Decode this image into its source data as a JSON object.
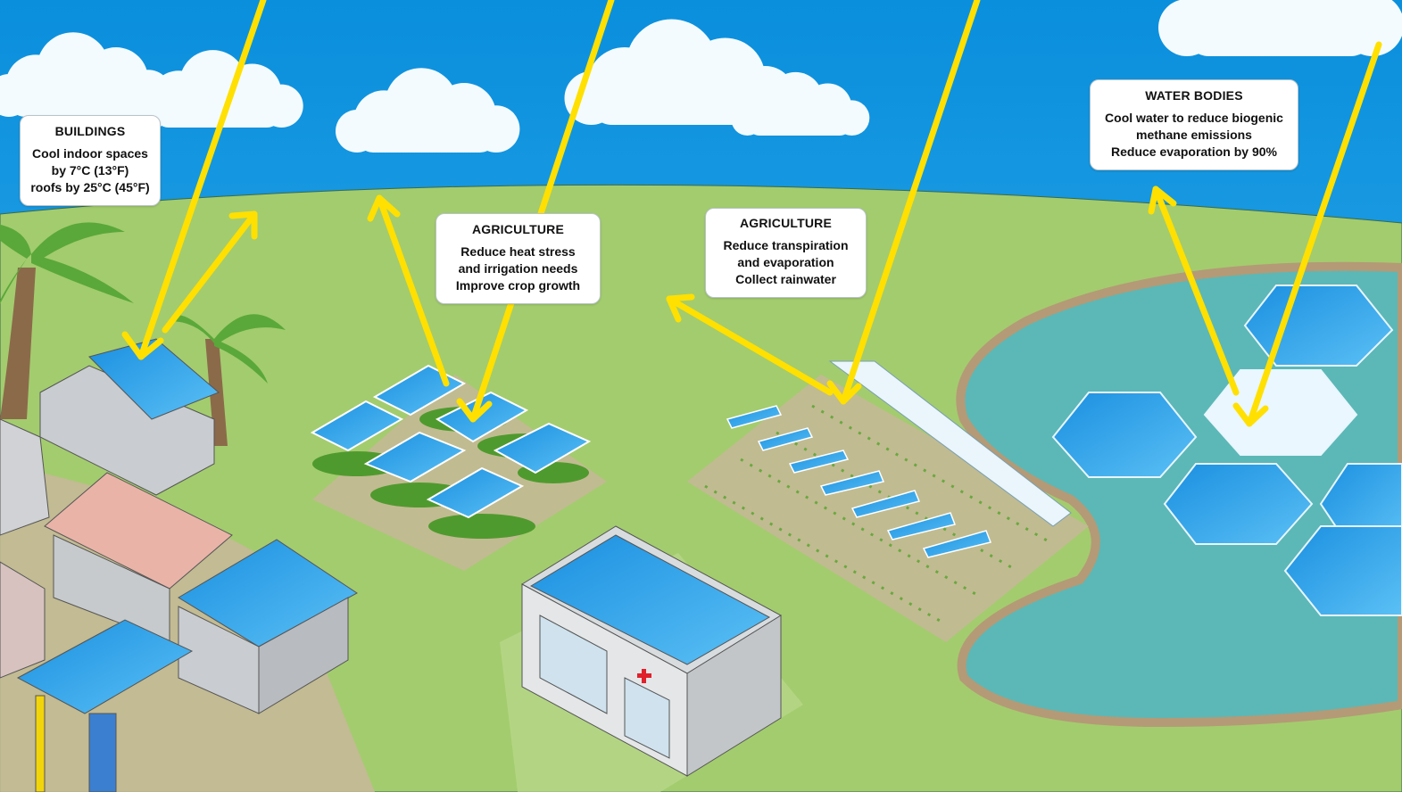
{
  "colors": {
    "sky_top": "#0a8fdd",
    "sky_bottom": "#3bb0ea",
    "ground": "#a3cc6e",
    "water": "#5cb8b6",
    "arrow": "#ffe000",
    "panel": "#2a9be3",
    "cross": "#e0202a"
  },
  "labels": {
    "buildings": {
      "title": "BUILDINGS",
      "lines": [
        "Cool indoor spaces",
        "by 7°C (13°F)",
        "roofs by 25°C (45°F)"
      ]
    },
    "agriculture_1": {
      "title": "AGRICULTURE",
      "lines": [
        "Reduce heat stress",
        "and irrigation needs",
        "Improve crop growth"
      ]
    },
    "agriculture_2": {
      "title": "AGRICULTURE",
      "lines": [
        "Reduce transpiration",
        "and evaporation",
        "Collect rainwater"
      ]
    },
    "water_bodies": {
      "title": "WATER BODIES",
      "lines": [
        "Cool water to reduce biogenic",
        "methane emissions",
        "Reduce evaporation by 90%"
      ]
    }
  }
}
